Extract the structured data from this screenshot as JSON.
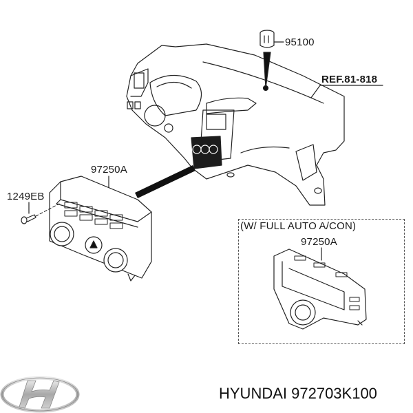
{
  "diagram": {
    "parts": [
      {
        "id": "95100",
        "label": "95100"
      },
      {
        "id": "ref",
        "label": "REF.81-818"
      },
      {
        "id": "97250A-main",
        "label": "97250A"
      },
      {
        "id": "1249EB",
        "label": "1249EB"
      },
      {
        "id": "97250A-auto",
        "label": "97250A"
      }
    ],
    "variant_box": {
      "title": "(W/ FULL AUTO A/CON)"
    },
    "components": {
      "dashboard": "instrument panel assembly",
      "sensor": "95100 sensor",
      "heater_control": "heater control panel (manual)",
      "auto_control": "heater control panel (full auto)",
      "screw": "screw"
    }
  },
  "footer": {
    "brand": "HYUNDAI",
    "part_number": "972703K100",
    "caption": "HYUNDAI 972703K100",
    "logo_icon": "hyundai-logo-icon"
  }
}
